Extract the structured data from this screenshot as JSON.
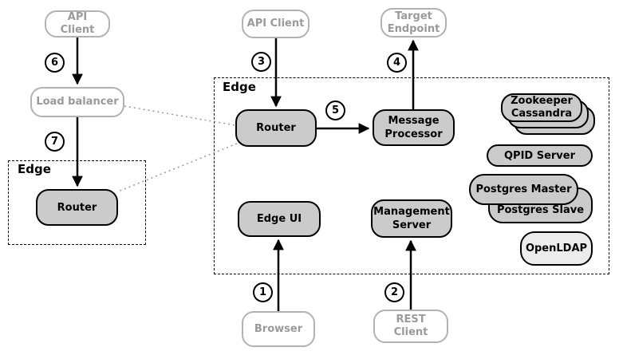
{
  "colors": {
    "page_bg": "#ffffff",
    "node_fill": "#cbcbcb",
    "node_fill_light": "#ececec",
    "node_border": "#000000",
    "client_border": "#b2b2b2",
    "client_text": "#9a9a9a",
    "dotted_line": "#999999",
    "arrow": "#000000"
  },
  "zones": {
    "edge_left": {
      "label": "Edge"
    },
    "edge_main": {
      "label": "Edge"
    }
  },
  "nodes": {
    "api_client_left": {
      "label": "API Client"
    },
    "load_balancer": {
      "label": "Load balancer"
    },
    "router_left": {
      "label": "Router"
    },
    "api_client_mid": {
      "label": "API Client"
    },
    "target_endpoint": {
      "label": "Target Endpoint"
    },
    "router_main": {
      "label": "Router"
    },
    "message_processor": {
      "label": "Message Processor"
    },
    "edge_ui": {
      "label": "Edge UI"
    },
    "management_server": {
      "label": "Management Server"
    },
    "zookeeper_cassandra": {
      "label": "Zookeeper Cassandra"
    },
    "qpid_server": {
      "label": "QPID Server"
    },
    "postgres_master": {
      "label": "Postgres Master"
    },
    "postgres_slave": {
      "label": "Postgres Slave"
    },
    "openldap": {
      "label": "OpenLDAP"
    },
    "browser": {
      "label": "Browser"
    },
    "rest_client": {
      "label": "REST Client"
    }
  },
  "steps": {
    "s1": "1",
    "s2": "2",
    "s3": "3",
    "s4": "4",
    "s5": "5",
    "s6": "6",
    "s7": "7"
  }
}
